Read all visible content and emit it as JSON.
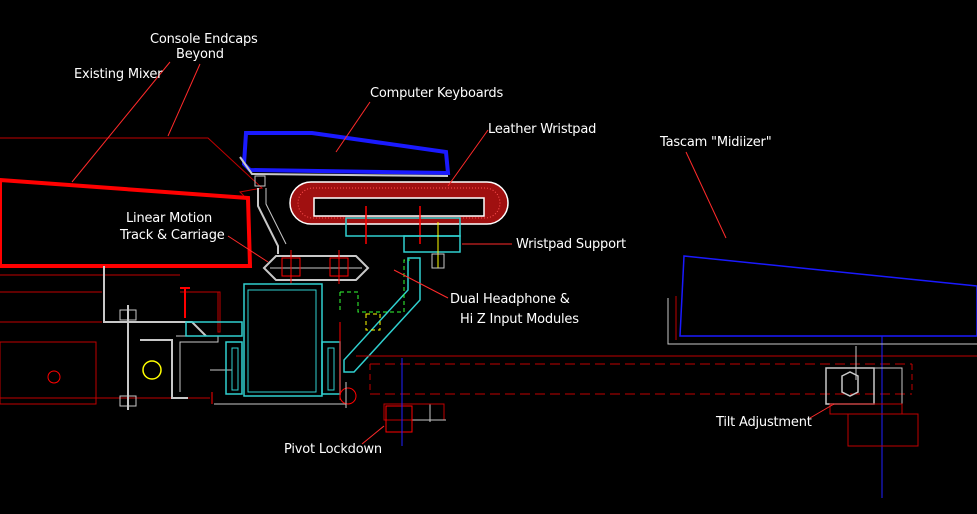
{
  "labels": {
    "console_endcaps_line1": "Console Endcaps",
    "console_endcaps_line2": "Beyond",
    "existing_mixer": "Existing Mixer",
    "computer_keyboards": "Computer Keyboards",
    "leather_wristpad": "Leather Wristpad",
    "tascam_midiizer": "Tascam \"Midiizer\"",
    "linear_motion_line1": "Linear Motion",
    "linear_motion_line2": "Track & Carriage",
    "wristpad_support": "Wristpad Support",
    "dual_headphone_line1": "Dual Headphone &",
    "dual_headphone_line2": "Hi Z Input Modules",
    "tilt_adjustment": "Tilt Adjustment",
    "pivot_lockdown": "Pivot Lockdown"
  },
  "colors": {
    "background": "#000000",
    "label_text": "#ffffff",
    "leader_line": "#ff2a2a",
    "mixer_outline": "#ff0000",
    "keyboard_outline": "#1a1aff",
    "wristpad_fill": "#b01010",
    "support_cyan": "#30d0d0",
    "dashed_green": "#33ff33",
    "track_gray": "#c8c8c8",
    "centerline_blue": "#2020ff"
  }
}
